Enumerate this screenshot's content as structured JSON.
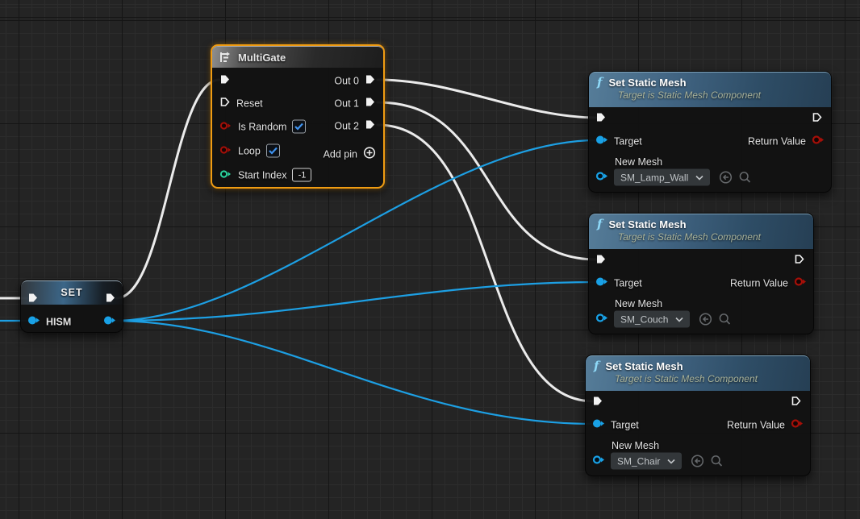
{
  "multigate": {
    "title": "MultiGate",
    "reset_label": "Reset",
    "is_random_label": "Is Random",
    "loop_label": "Loop",
    "start_index_label": "Start Index",
    "start_index_value": "-1",
    "out0_label": "Out 0",
    "out1_label": "Out 1",
    "out2_label": "Out 2",
    "add_pin_label": "Add pin",
    "is_random_checked": true,
    "loop_checked": true,
    "selected": true
  },
  "set_node": {
    "title": "SET",
    "variable_label": "HISM"
  },
  "mesh_nodes": [
    {
      "title": "Set Static Mesh",
      "subtitle": "Target is Static Mesh Component",
      "target_label": "Target",
      "return_label": "Return Value",
      "new_mesh_label": "New Mesh",
      "mesh_value": "SM_Lamp_Wall"
    },
    {
      "title": "Set Static Mesh",
      "subtitle": "Target is Static Mesh Component",
      "target_label": "Target",
      "return_label": "Return Value",
      "new_mesh_label": "New Mesh",
      "mesh_value": "SM_Couch"
    },
    {
      "title": "Set Static Mesh",
      "subtitle": "Target is Static Mesh Component",
      "target_label": "Target",
      "return_label": "Return Value",
      "new_mesh_label": "New Mesh",
      "mesh_value": "SM_Chair"
    }
  ],
  "colors": {
    "selection_orange": "#f09c12",
    "exec_wire": "#ebebeb",
    "data_wire": "#1d9fe3",
    "object_pin": "#19a1e6",
    "bool_pin": "#a50f08",
    "int_pin": "#2bd49e",
    "function_header": "#416482"
  }
}
